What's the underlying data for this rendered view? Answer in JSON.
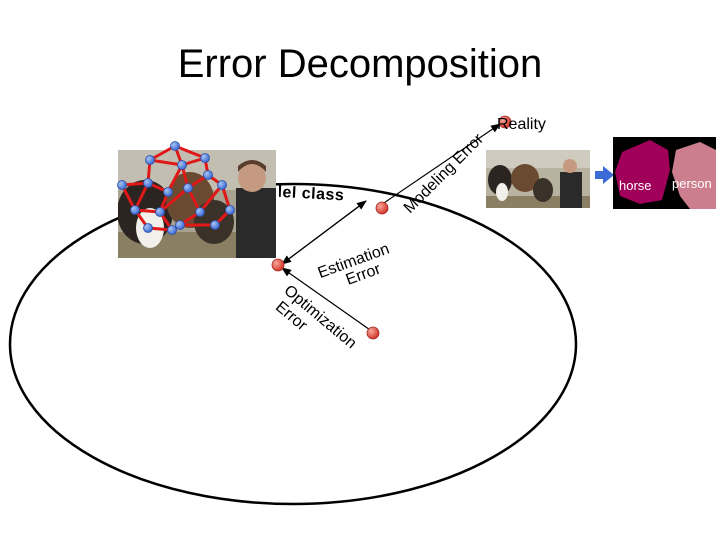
{
  "title": "Error Decomposition",
  "labels": {
    "reality": "Reality",
    "model_class": "Model class",
    "modeling_error": "Modeling Error",
    "estimation_error_line1": "Estimation",
    "estimation_error_line2": "Error",
    "optimization_error_line1": "Optimization",
    "optimization_error_line2": "Error"
  },
  "segmentation": {
    "label_horse": "horse",
    "label_person": "person",
    "colors": {
      "background": "#000000",
      "horse": "#a0005a",
      "person": "#cc7e8e"
    }
  },
  "colors": {
    "point": "#e24a3c",
    "graph_node": "#5b8bd9",
    "graph_edge": "#e01818",
    "arrow_blue": "#3d6bd6"
  },
  "photo_description": "horses and a man in a field"
}
